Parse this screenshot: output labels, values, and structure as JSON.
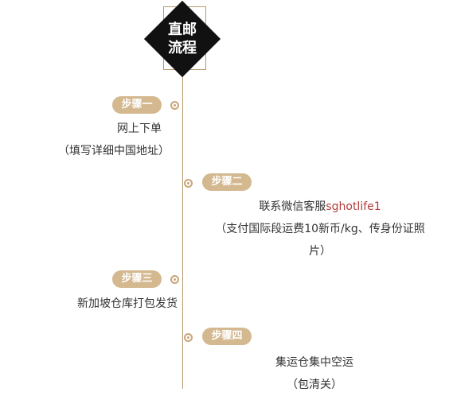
{
  "header": {
    "line1": "直邮",
    "line2": "流程"
  },
  "steps": [
    {
      "label": "步骤一",
      "lines": [
        "网上下单",
        "（填写详细中国地址）"
      ]
    },
    {
      "label": "步骤二",
      "line1_prefix": "联系微信客服",
      "line1_handle": "sghotlife1",
      "lines": [
        "（支付国际段运费10新币/kg、传身份证照",
        "片）"
      ]
    },
    {
      "label": "步骤三",
      "lines": [
        "新加坡仓库打包发货"
      ]
    },
    {
      "label": "步骤四",
      "lines": [
        "集运仓集中空运",
        "（包清关）"
      ]
    }
  ],
  "colors": {
    "accent": "#d4b88f",
    "line": "#b89a6e",
    "diamond": "#111111",
    "handle": "#b43c3c"
  }
}
